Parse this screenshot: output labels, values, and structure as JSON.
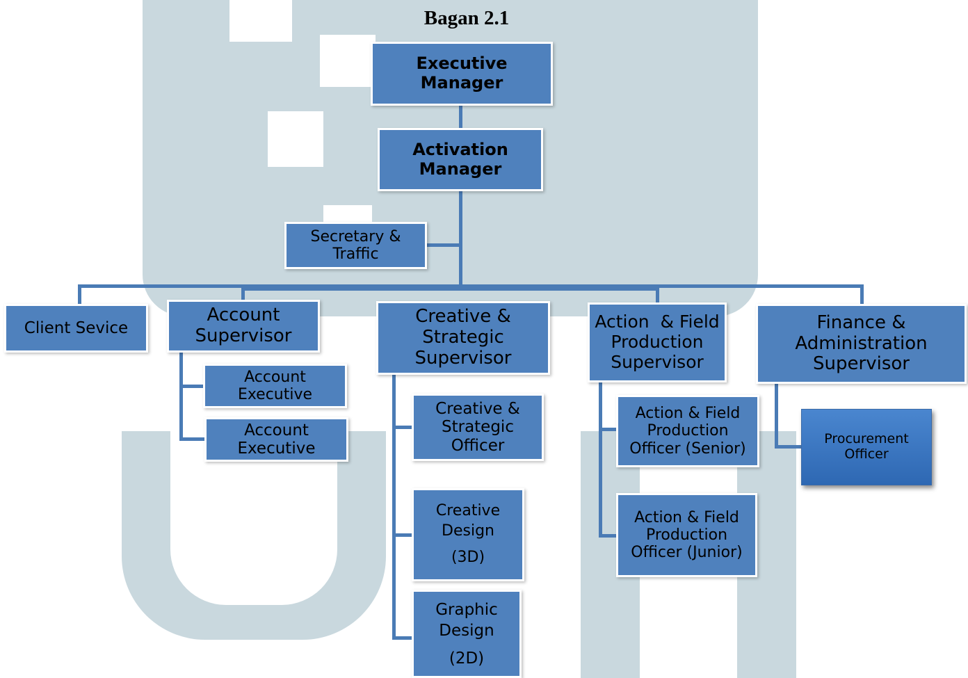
{
  "chart_title": "Bagan 2.1",
  "org_chart": {
    "executive_manager": "Executive Manager",
    "activation_manager": [
      "Activation",
      "Manager"
    ],
    "secretary_traffic": [
      "Secretary &",
      "Traffic"
    ],
    "client_service": "Client Sevice",
    "account_supervisor": [
      "Account",
      "Supervisor"
    ],
    "account_executive_1": [
      "Account",
      "Executive"
    ],
    "account_executive_2": [
      "Account",
      "Executive"
    ],
    "creative_strategic_supervisor": [
      "Creative &",
      "Strategic",
      "Supervisor"
    ],
    "creative_strategic_officer": [
      "Creative &",
      "Strategic Officer"
    ],
    "creative_design_3d": [
      "Creative",
      "Design",
      "(3D)"
    ],
    "graphic_design_2d": [
      "Graphic",
      "Design",
      "(2D)"
    ],
    "action_field_supervisor": [
      "Action  & Field",
      "Production",
      "Supervisor"
    ],
    "action_field_officer_senior": [
      "Action & Field",
      "Production",
      "Officer (Senior)"
    ],
    "action_field_officer_junior": [
      "Action & Field",
      "Production",
      "Officer (Junior)"
    ],
    "finance_admin_supervisor": [
      "Finance &",
      "Administration",
      "Supervisor"
    ],
    "procurement_officer": [
      "Procurement",
      "Officer"
    ]
  },
  "colors": {
    "box_fill": "#4f81bd",
    "connector": "#4a7bb5",
    "watermark": "#c9d8de"
  }
}
